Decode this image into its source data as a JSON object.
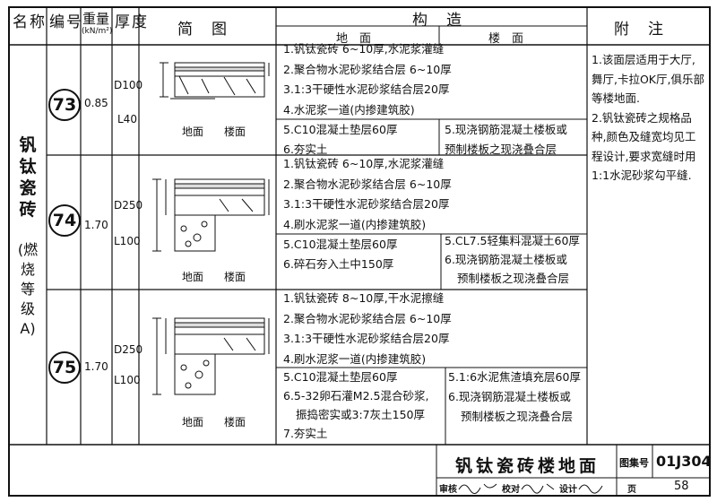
{
  "header": {
    "col_name": "名称",
    "col_number": "编号",
    "col_weight": "重量",
    "col_weight_unit": "(kN/m²)",
    "col_thickness": "厚度",
    "col_diagram": "简　图",
    "col_construction": "构　造",
    "col_floor_ground": "地　面",
    "col_floor_upper": "楼　面",
    "col_notes": "附　注"
  },
  "name": {
    "main": "钒钛瓷砖",
    "sub": "(燃烧等级A)"
  },
  "rows": [
    {
      "number": "73",
      "weight": "0.85",
      "thick_ground": "D100",
      "thick_floor": "L40",
      "diagram_ground": "地面",
      "diagram_floor": "楼面",
      "common": [
        "1.钒钛瓷砖 6~10厚,水泥浆灌缝",
        "2.聚合物水泥砂浆结合层 6~10厚",
        "3.1:3干硬性水泥砂浆结合层20厚",
        "4.水泥浆一道(内掺建筑胶)"
      ],
      "ground": [
        "5.C10混凝土垫层60厚",
        "6.夯实土"
      ],
      "floor": [
        "5.现浇钢筋混凝土楼板或",
        "预制楼板之现浇叠合层"
      ]
    },
    {
      "number": "74",
      "weight": "1.70",
      "thick_ground": "D250",
      "thick_floor": "L100",
      "diagram_ground": "地面",
      "diagram_floor": "楼面",
      "common": [
        "1.钒钛瓷砖 6~10厚,水泥浆灌缝",
        "2.聚合物水泥砂浆结合层 6~10厚",
        "3.1:3干硬性水泥砂浆结合层20厚",
        "4.刷水泥浆一道(内掺建筑胶)"
      ],
      "ground": [
        "5.C10混凝土垫层60厚",
        "6.碎石夯入土中150厚"
      ],
      "floor": [
        "5.CL7.5轻集料混凝土60厚",
        "6.现浇钢筋混凝土楼板或",
        "预制楼板之现浇叠合层"
      ]
    },
    {
      "number": "75",
      "weight": "1.70",
      "thick_ground": "D250",
      "thick_floor": "L100",
      "diagram_ground": "地面",
      "diagram_floor": "楼面",
      "common": [
        "1.钒钛瓷砖 8~10厚,干水泥擦缝",
        "2.聚合物水泥砂浆结合层 6~10厚",
        "3.1:3干硬性水泥砂浆结合层20厚",
        "4.刷水泥浆一道(内掺建筑胶)"
      ],
      "ground": [
        "5.C10混凝土垫层60厚",
        "6.5-32卵石灌M2.5混合砂浆,",
        "振捣密实或3:7灰土150厚",
        "7.夯实土"
      ],
      "floor": [
        "5.1:6水泥焦渣填充层60厚",
        "6.现浇钢筋混凝土楼板或",
        "预制楼板之现浇叠合层"
      ]
    }
  ],
  "notes": [
    "1.该面层适用于大厅,舞厅,卡拉OK厅,俱乐部等楼地面.",
    "2.钒钛瓷砖之规格品种,颜色及缝宽均见工程设计,要求宽缝时用1:1水泥砂浆勾平缝."
  ],
  "title_block": {
    "title": "钒钛瓷砖楼地面",
    "atlas_label": "图集号",
    "atlas_no": "01J304",
    "review_label": "审核",
    "check_label": "校对",
    "design_label": "设计",
    "page_label": "页",
    "page_no": "58"
  }
}
